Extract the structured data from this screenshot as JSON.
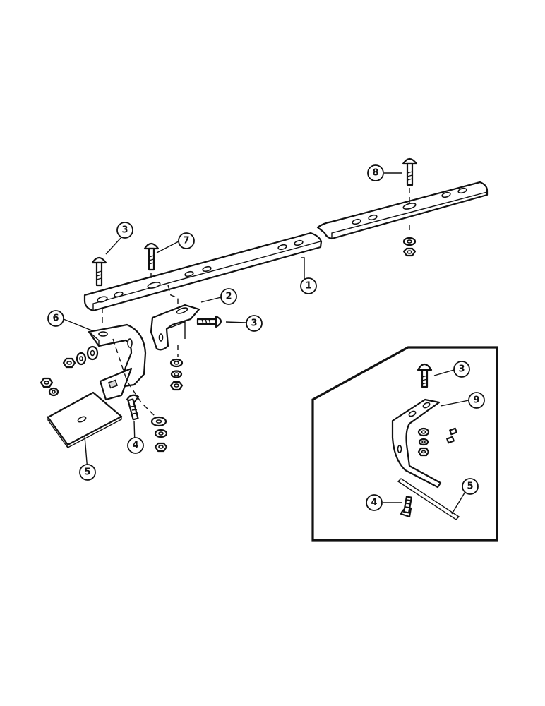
{
  "callouts": {
    "c1": "1",
    "c2": "2",
    "c3a": "3",
    "c3b": "3",
    "c3c": "3",
    "c4a": "4",
    "c4b": "4",
    "c5a": "5",
    "c5b": "5",
    "c6": "6",
    "c7": "7",
    "c8": "8",
    "c9": "9"
  }
}
